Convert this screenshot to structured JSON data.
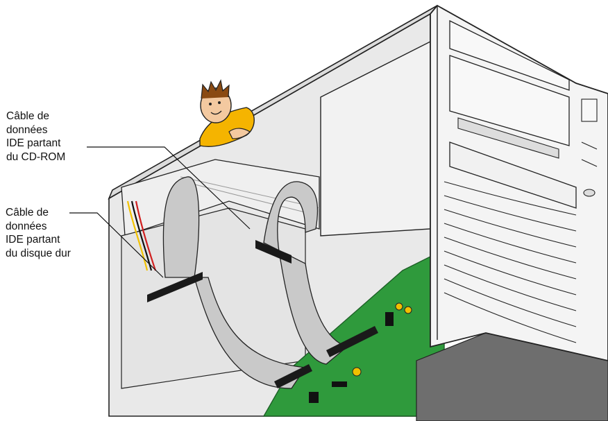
{
  "labels": {
    "cdrom_cable": {
      "lines": [
        "Câble de",
        "données",
        "IDE partant",
        "du CD-ROM"
      ]
    },
    "hdd_cable": {
      "lines": [
        "Câble de",
        "données",
        "IDE partant",
        "du disque dur"
      ]
    }
  },
  "colors": {
    "chassis": "#e8e8e8",
    "chassis_shade": "#cfcfcf",
    "front_panel": "#f4f4f4",
    "motherboard": "#2f9a3c",
    "ribbon_cable": "#c9c9c9",
    "connector": "#1a1a1a",
    "character_shirt": "#f5b400",
    "character_skin": "#f3c9a0"
  },
  "icons": [
    "cartoon-character-icon",
    "ribbon-cable-icon",
    "ide-connector-icon"
  ]
}
